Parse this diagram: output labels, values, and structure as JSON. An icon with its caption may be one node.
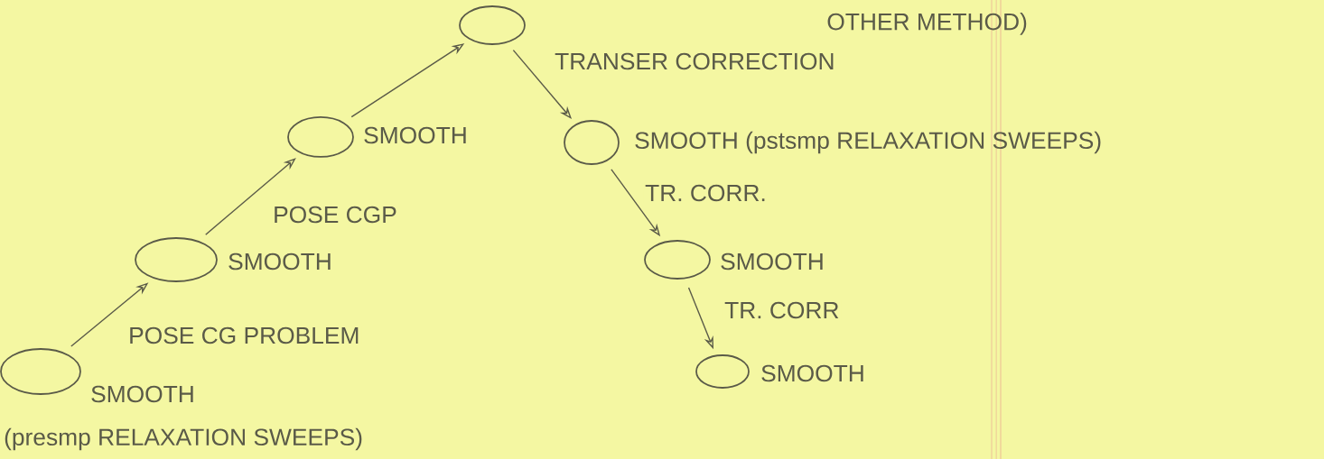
{
  "diagram": {
    "nodes": [
      {
        "text": [],
        "shape": "circle",
        "beside": [
          "SMOOTH",
          "(presmp RELAXATION SWEEPS)"
        ]
      },
      {
        "text": [],
        "shape": "circle",
        "beside": [
          "SMOOTH"
        ]
      },
      {
        "text": [],
        "shape": "circle",
        "beside": [
          "SMOOTH"
        ]
      },
      {
        "text": [],
        "shape": "circle"
      },
      {
        "text": [],
        "shape": "circle",
        "beside": [
          "SMOOTH (pstsmp RELAXATION SWEEPS)"
        ]
      },
      {
        "text": [],
        "shape": "circle",
        "beside": [
          "SMOOTH"
        ]
      },
      {
        "text": [],
        "shape": "circle",
        "beside": [
          "SMOOTH"
        ]
      }
    ],
    "edges": [
      {
        "from": 0,
        "to": 1,
        "arrow": "to",
        "label": "POSE CG PROBLEM"
      },
      {
        "from": 1,
        "to": 2,
        "arrow": "to",
        "label": "POSE CGP"
      },
      {
        "from": 2,
        "to": 3,
        "arrow": "to"
      },
      {
        "from": 3,
        "to": 4,
        "arrow": "to",
        "label": "TRANSER CORRECTION"
      },
      {
        "from": 4,
        "to": 5,
        "arrow": "to",
        "label": "TR. CORR."
      },
      {
        "from": 5,
        "to": 6,
        "arrow": "to",
        "label": "TR. CORR"
      }
    ],
    "labels": [
      "OTHER METHOD)"
    ]
  }
}
